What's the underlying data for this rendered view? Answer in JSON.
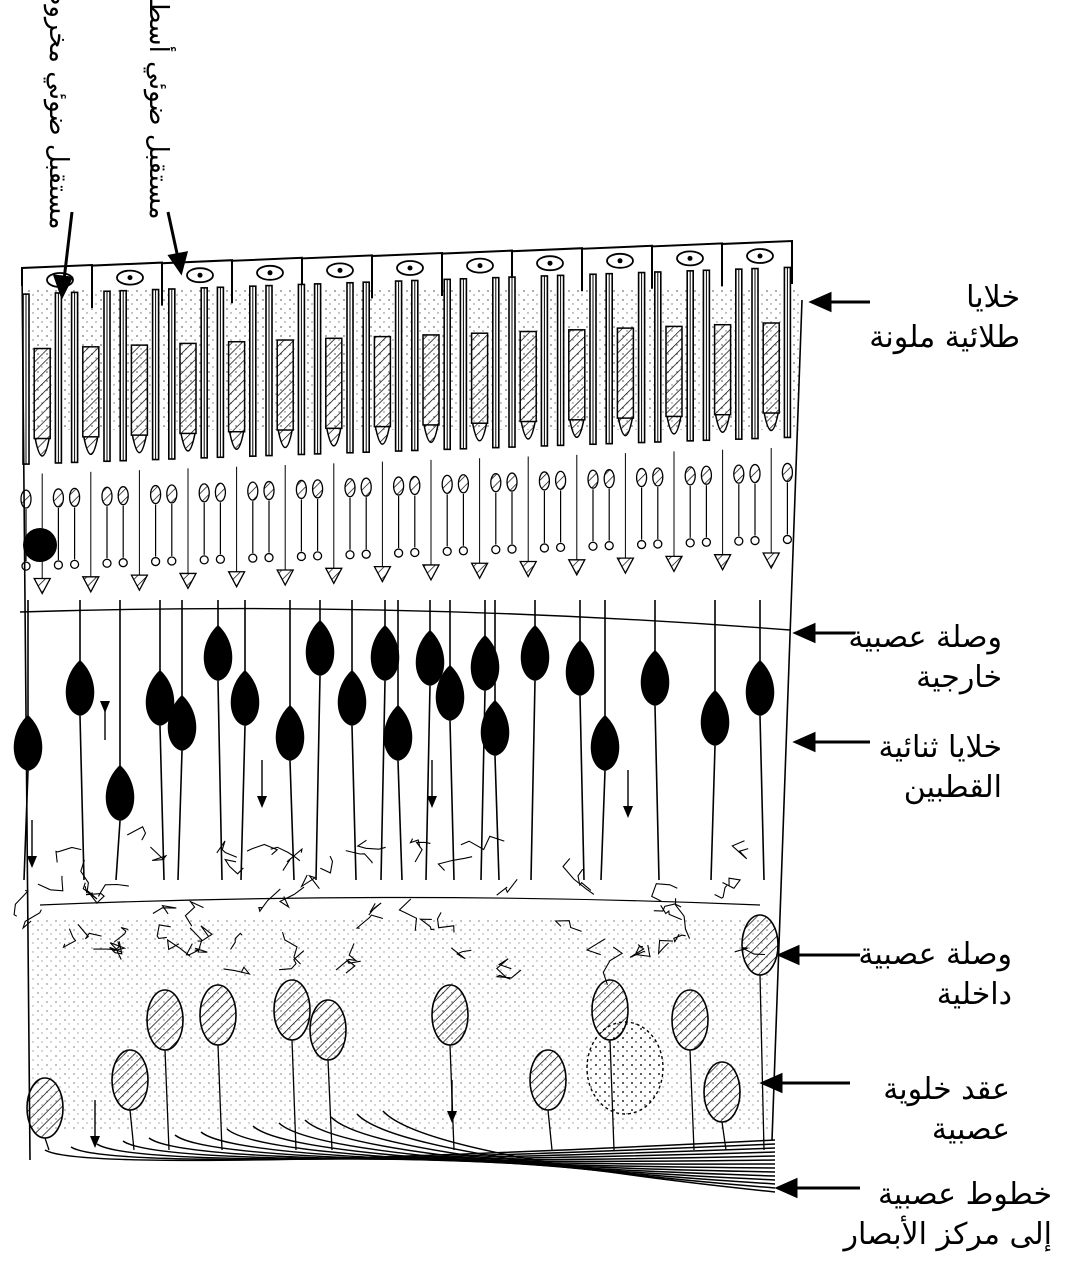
{
  "top_labels": [
    {
      "line1": "مستقبل ضوئي",
      "line2": "مخروطي"
    },
    {
      "line1": "مستقبل ضوئي",
      "line2": "أسطواني"
    }
  ],
  "layer_labels": [
    {
      "line1": "خلايا",
      "line2": "طلائية ملونة"
    },
    {
      "line1": "وصلة عصبية",
      "line2": "خارجية"
    },
    {
      "line1": "خلايا ثنائية",
      "line2": "القطبين"
    },
    {
      "line1": "وصلة عصبية",
      "line2": "داخلية"
    },
    {
      "line1": "عقد خلوية",
      "line2": "عصبية"
    },
    {
      "line1": "خطوط عصبية",
      "line2": "إلى مركز الأبصار"
    }
  ],
  "colors": {
    "ink": "#000000",
    "paper": "#ffffff"
  }
}
